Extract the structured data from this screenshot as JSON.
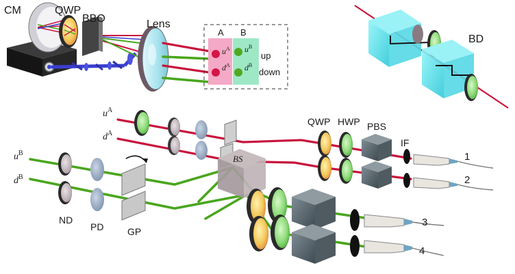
{
  "source": {
    "cm": "CM",
    "qwp": "QWP",
    "bbo": "BBO",
    "lens": "Lens",
    "legend": {
      "col_a": "A",
      "col_b": "B",
      "row_up": "up",
      "row_down": "down",
      "ua": "u",
      "ua_sup": "A",
      "da": "d",
      "da_sup": "A",
      "ub": "u",
      "ub_sup": "B",
      "db": "d",
      "db_sup": "B"
    }
  },
  "bd_inset": {
    "bd": "BD"
  },
  "main": {
    "ua": "u",
    "ua_sup": "A",
    "da": "d",
    "da_sup": "A",
    "ub": "u",
    "ub_sup": "B",
    "db": "d",
    "db_sup": "B",
    "nd": "ND",
    "pd": "PD",
    "gp": "GP",
    "bs": "BS",
    "qwp": "QWP",
    "hwp": "HWP",
    "pbs": "PBS",
    "if": "IF",
    "out1": "1",
    "out2": "2",
    "out3": "3",
    "out4": "4"
  },
  "colors": {
    "mode_a_beam": "#c8143c",
    "mode_b_beam": "#4aa61e",
    "pump_beam": "#3a3fd0",
    "legend_a_bg": "#f4a9c6",
    "legend_b_bg": "#9ee8c6",
    "bd_crystal": "#3fe0e8"
  }
}
